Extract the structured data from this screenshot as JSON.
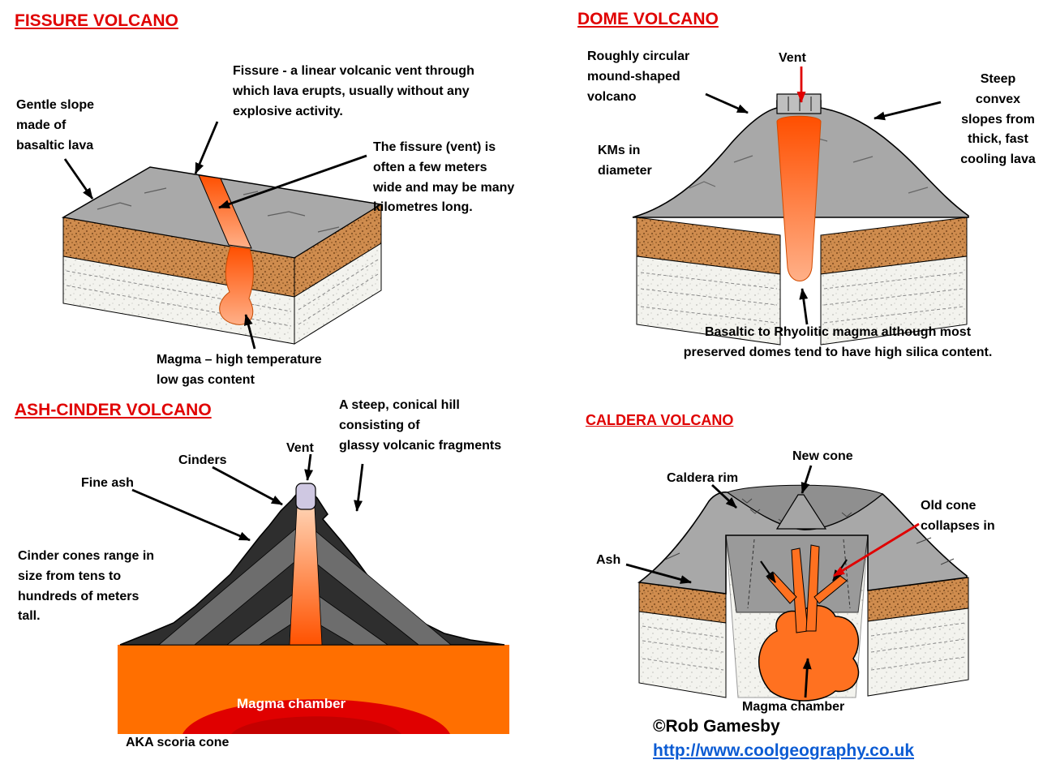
{
  "colors": {
    "title_red": "#e00000",
    "link_blue": "#0b5bd3",
    "magma_orange": "#ff6f00"
  },
  "fissure": {
    "title": "FISSURE VOLCANO",
    "labels": {
      "gentle_slope": "Gentle slope\nmade of\nbasaltic lava",
      "definition": "Fissure - a linear volcanic vent through\nwhich lava erupts, usually without any\nexplosive activity.",
      "vent_size": "The fissure (vent) is\noften a few meters\nwide and may be many\nkilometres long.",
      "magma": "Magma – high temperature\nlow gas content"
    }
  },
  "dome": {
    "title": "DOME VOLCANO",
    "labels": {
      "mound": "Roughly circular\nmound-shaped\nvolcano",
      "vent": "Vent",
      "slopes": "Steep\nconvex\nslopes from\nthick, fast\ncooling lava",
      "diameter": "KMs in\ndiameter",
      "magma": "Basaltic to Rhyolitic magma although most\npreserved domes tend to have high silica content."
    }
  },
  "ash_cinder": {
    "title": "ASH-CINDER VOLCANO",
    "labels": {
      "hill": "A steep, conical hill\nconsisting of\nglassy volcanic fragments",
      "vent": "Vent",
      "cinders": "Cinders",
      "fine_ash": "Fine ash",
      "size": "Cinder cones range in\nsize from tens to\nhundreds of meters\ntall.",
      "magma_chamber": "Magma chamber",
      "aka": "AKA scoria cone"
    }
  },
  "caldera": {
    "title": "CALDERA VOLCANO",
    "labels": {
      "new_cone": "New cone",
      "caldera_rim": "Caldera rim",
      "old_cone": "Old cone\ncollapses in",
      "ash": "Ash",
      "magma_chamber": "Magma chamber"
    }
  },
  "attribution": {
    "author": "©Rob Gamesby",
    "url": "http://www.coolgeography.co.uk"
  }
}
